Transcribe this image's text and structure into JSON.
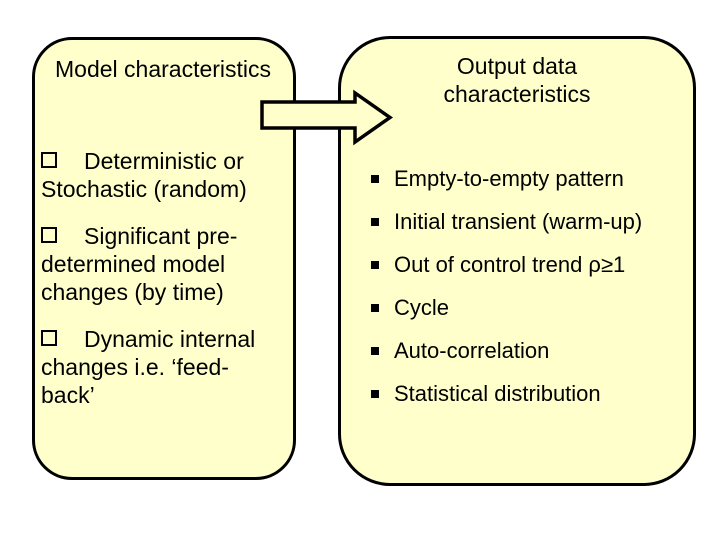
{
  "slide": {
    "background_color": "#FFFFFF",
    "box_fill_color": "#FFFFCC",
    "box_border_color": "#000000",
    "text_color": "#000000"
  },
  "left_box": {
    "title": "Model characteristics",
    "bullet_icon": "hollow-square-bullet-icon",
    "items": [
      {
        "lines": [
          "Deterministic or",
          "Stochastic (random)"
        ]
      },
      {
        "lines": [
          "Significant pre-",
          "determined model",
          "changes (by time)"
        ]
      },
      {
        "lines": [
          "Dynamic internal",
          "changes i.e. ‘feed-",
          "back’"
        ]
      }
    ]
  },
  "arrow": {
    "icon": "block-arrow-right-icon"
  },
  "right_box": {
    "title_lines": [
      "Output data",
      "characteristics"
    ],
    "bullet_icon": "filled-square-bullet-icon",
    "items": [
      "Empty-to-empty pattern",
      "Initial transient (warm-up)",
      "Out of control trend ρ≥1",
      "Cycle",
      "Auto-correlation",
      "Statistical distribution"
    ]
  }
}
